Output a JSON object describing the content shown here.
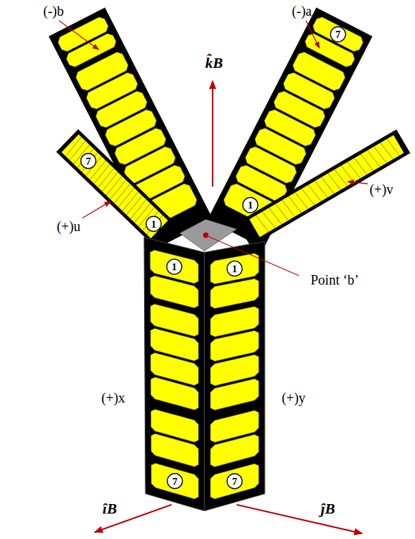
{
  "diagram": {
    "labels": [
      "(-)b",
      "(-)a",
      "k̂B",
      "7",
      "7",
      "(+)u",
      "1",
      "(+)v",
      "1",
      "Point ‘b’",
      "1",
      "1",
      "(+)x",
      "(+)y",
      "7",
      "7",
      "îB",
      "ĵB"
    ]
  }
}
